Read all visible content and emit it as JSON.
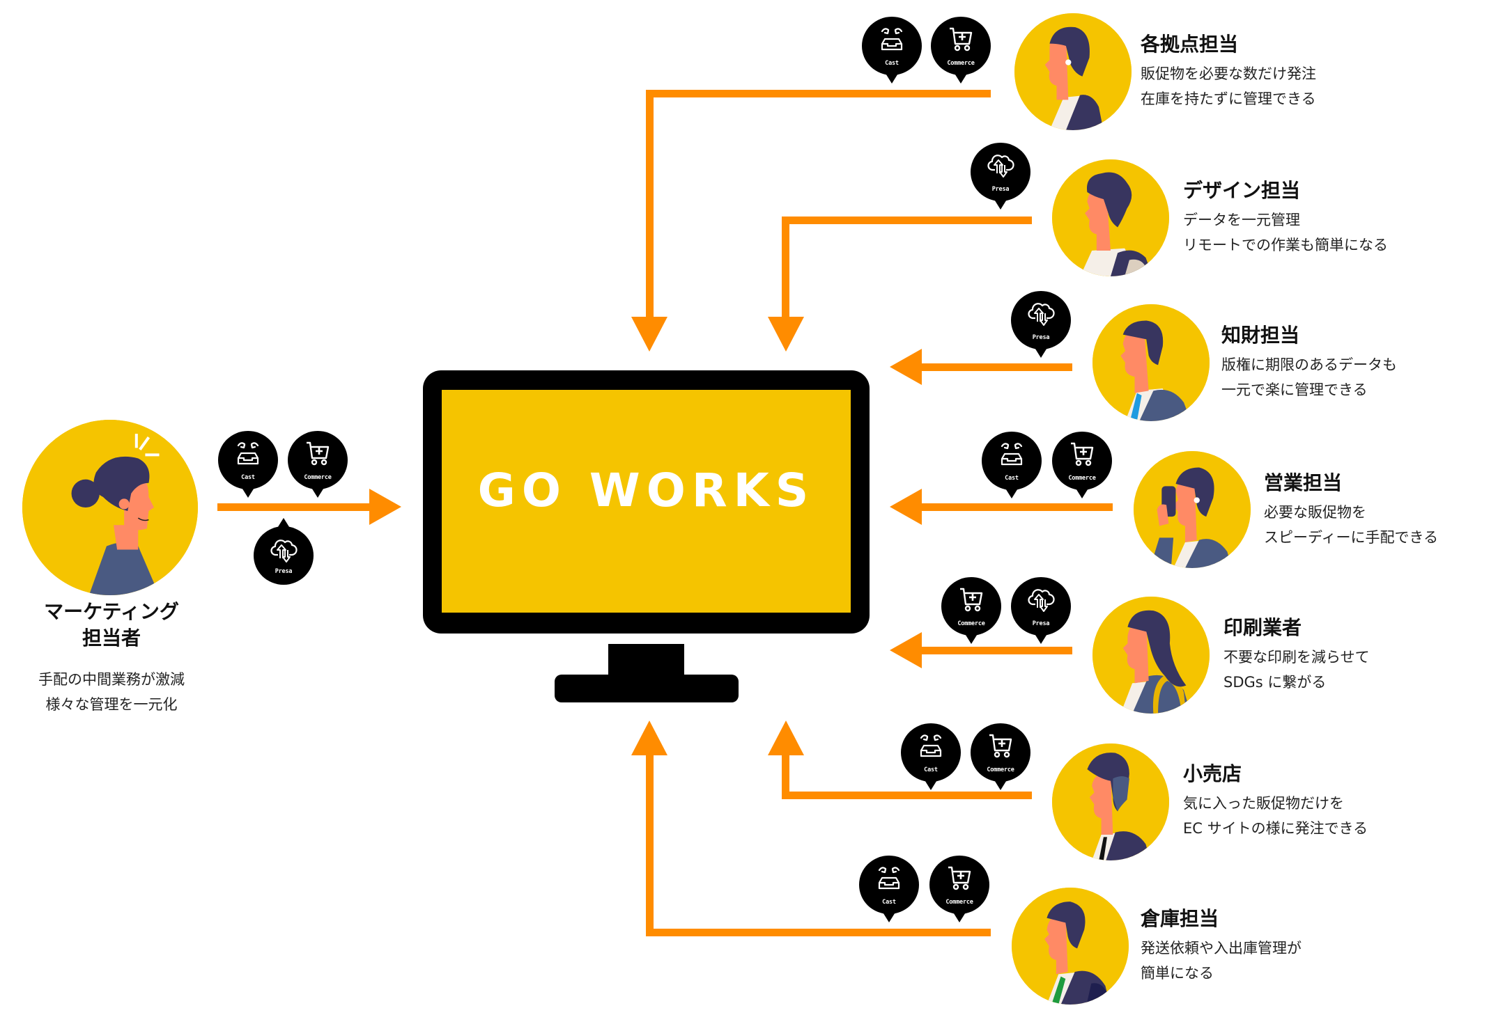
{
  "system": {
    "name": "GO WORKS",
    "colors": {
      "arrow": "#FF8C00",
      "screen": "#F5C400",
      "monitor": "#000000",
      "avatar_bg": "#F5C400",
      "bubble": "#000000"
    }
  },
  "services": {
    "cast": {
      "label": "Cast",
      "icon": "inbox-arrows-icon"
    },
    "commerce": {
      "label": "Commerce",
      "icon": "cart-plus-icon"
    },
    "presa": {
      "label": "Presa",
      "icon": "cloud-sync-icon"
    }
  },
  "source": {
    "title_line1": "マーケティング",
    "title_line2": "担当者",
    "desc_line1": "手配の中間業務が激減",
    "desc_line2": "様々な管理を一元化",
    "services": [
      "Cast",
      "Commerce",
      "Presa"
    ]
  },
  "roles": [
    {
      "title": "各拠点担当",
      "desc_line1": "販促物を必要な数だけ発注",
      "desc_line2": "在庫を持たずに管理できる",
      "services": [
        "Cast",
        "Commerce"
      ]
    },
    {
      "title": "デザイン担当",
      "desc_line1": "データを一元管理",
      "desc_line2": "リモートでの作業も簡単になる",
      "services": [
        "Presa"
      ]
    },
    {
      "title": "知財担当",
      "desc_line1": "版権に期限のあるデータも",
      "desc_line2": "一元で楽に管理できる",
      "services": [
        "Presa"
      ]
    },
    {
      "title": "営業担当",
      "desc_line1": "必要な販促物を",
      "desc_line2": "スピーディーに手配できる",
      "services": [
        "Cast",
        "Commerce"
      ]
    },
    {
      "title": "印刷業者",
      "desc_line1": "不要な印刷を減らせて",
      "desc_line2": "SDGs に繋がる",
      "services": [
        "Commerce",
        "Presa"
      ]
    },
    {
      "title": "小売店",
      "desc_line1": "気に入った販促物だけを",
      "desc_line2": "EC サイトの様に発注できる",
      "services": [
        "Cast",
        "Commerce"
      ]
    },
    {
      "title": "倉庫担当",
      "desc_line1": "発送依頼や入出庫管理が",
      "desc_line2": "簡単になる",
      "services": [
        "Cast",
        "Commerce"
      ]
    }
  ]
}
